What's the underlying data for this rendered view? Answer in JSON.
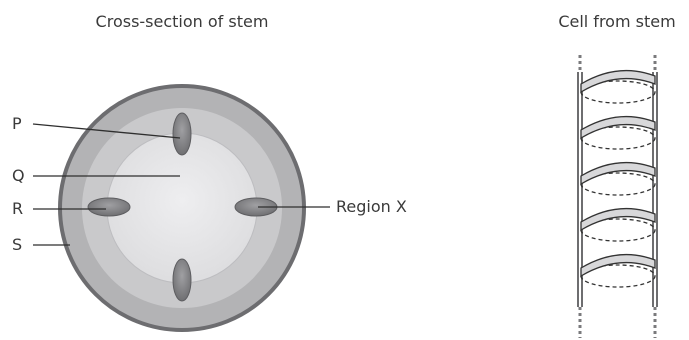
{
  "figure": {
    "left_title": "Cross-section of stem",
    "right_title": "Cell from stem"
  },
  "labels": {
    "p": "P",
    "q": "Q",
    "r": "R",
    "s": "S",
    "region_x": "Region X"
  },
  "colors": {
    "outer_ring": "#b4b4b6",
    "outer_ring_edge": "#6e6e70",
    "inner_ring": "#cfcfd1",
    "pith": "#e4e4e6",
    "vascular_bundle": "#88888b",
    "cell_wall": "#7a7a7c"
  }
}
